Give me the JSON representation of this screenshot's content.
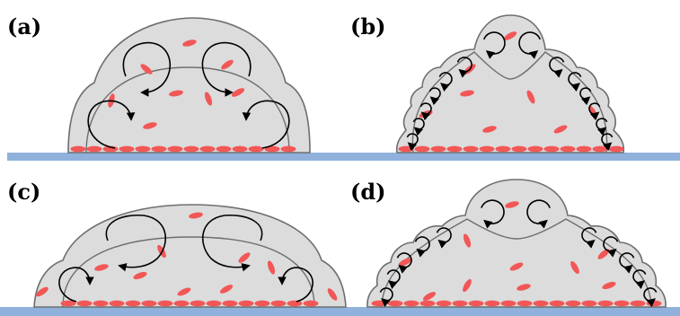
{
  "figure": {
    "panels": [
      {
        "id": "a",
        "label": "(a)"
      },
      {
        "id": "b",
        "label": "(b)"
      },
      {
        "id": "c",
        "label": "(c)"
      },
      {
        "id": "d",
        "label": "(d)"
      }
    ],
    "colors": {
      "substrate": "#8fb1dc",
      "tissue_fill": "#dcdcdc",
      "tissue_outline": "#6e6e6e",
      "cell": "#f25757",
      "flow_arrow": "#000000",
      "background": "#ffffff"
    }
  }
}
